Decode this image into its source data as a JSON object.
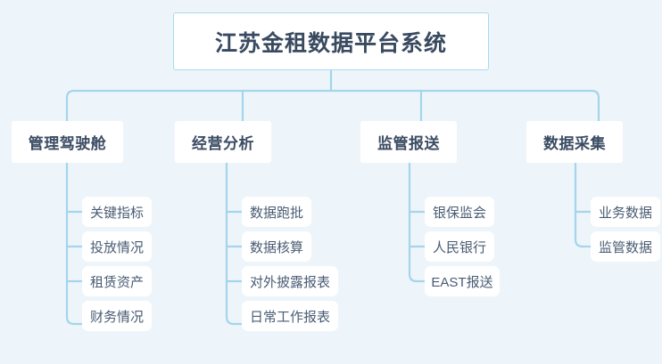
{
  "diagram": {
    "type": "org-chart",
    "title": "江苏金租数据平台系统",
    "background_color": "#eef5fa",
    "connector_color": "#a4d5ec",
    "node_fill": "#ffffff",
    "root_border_color": "#a7d9f1",
    "text_color": "#3d4f66",
    "root": {
      "label": "江苏金租数据平台系统"
    },
    "branches": [
      {
        "label": "管理驾驶舱",
        "children": [
          {
            "label": "关键指标"
          },
          {
            "label": "投放情况"
          },
          {
            "label": "租赁资产"
          },
          {
            "label": "财务情况"
          }
        ]
      },
      {
        "label": "经营分析",
        "children": [
          {
            "label": "数据跑批"
          },
          {
            "label": "数据核算"
          },
          {
            "label": "对外披露报表"
          },
          {
            "label": "日常工作报表"
          }
        ]
      },
      {
        "label": "监管报送",
        "children": [
          {
            "label": "银保监会"
          },
          {
            "label": "人民银行"
          },
          {
            "label": "EAST报送"
          }
        ]
      },
      {
        "label": "数据采集",
        "children": [
          {
            "label": "业务数据"
          },
          {
            "label": "监管数据"
          }
        ]
      }
    ]
  }
}
